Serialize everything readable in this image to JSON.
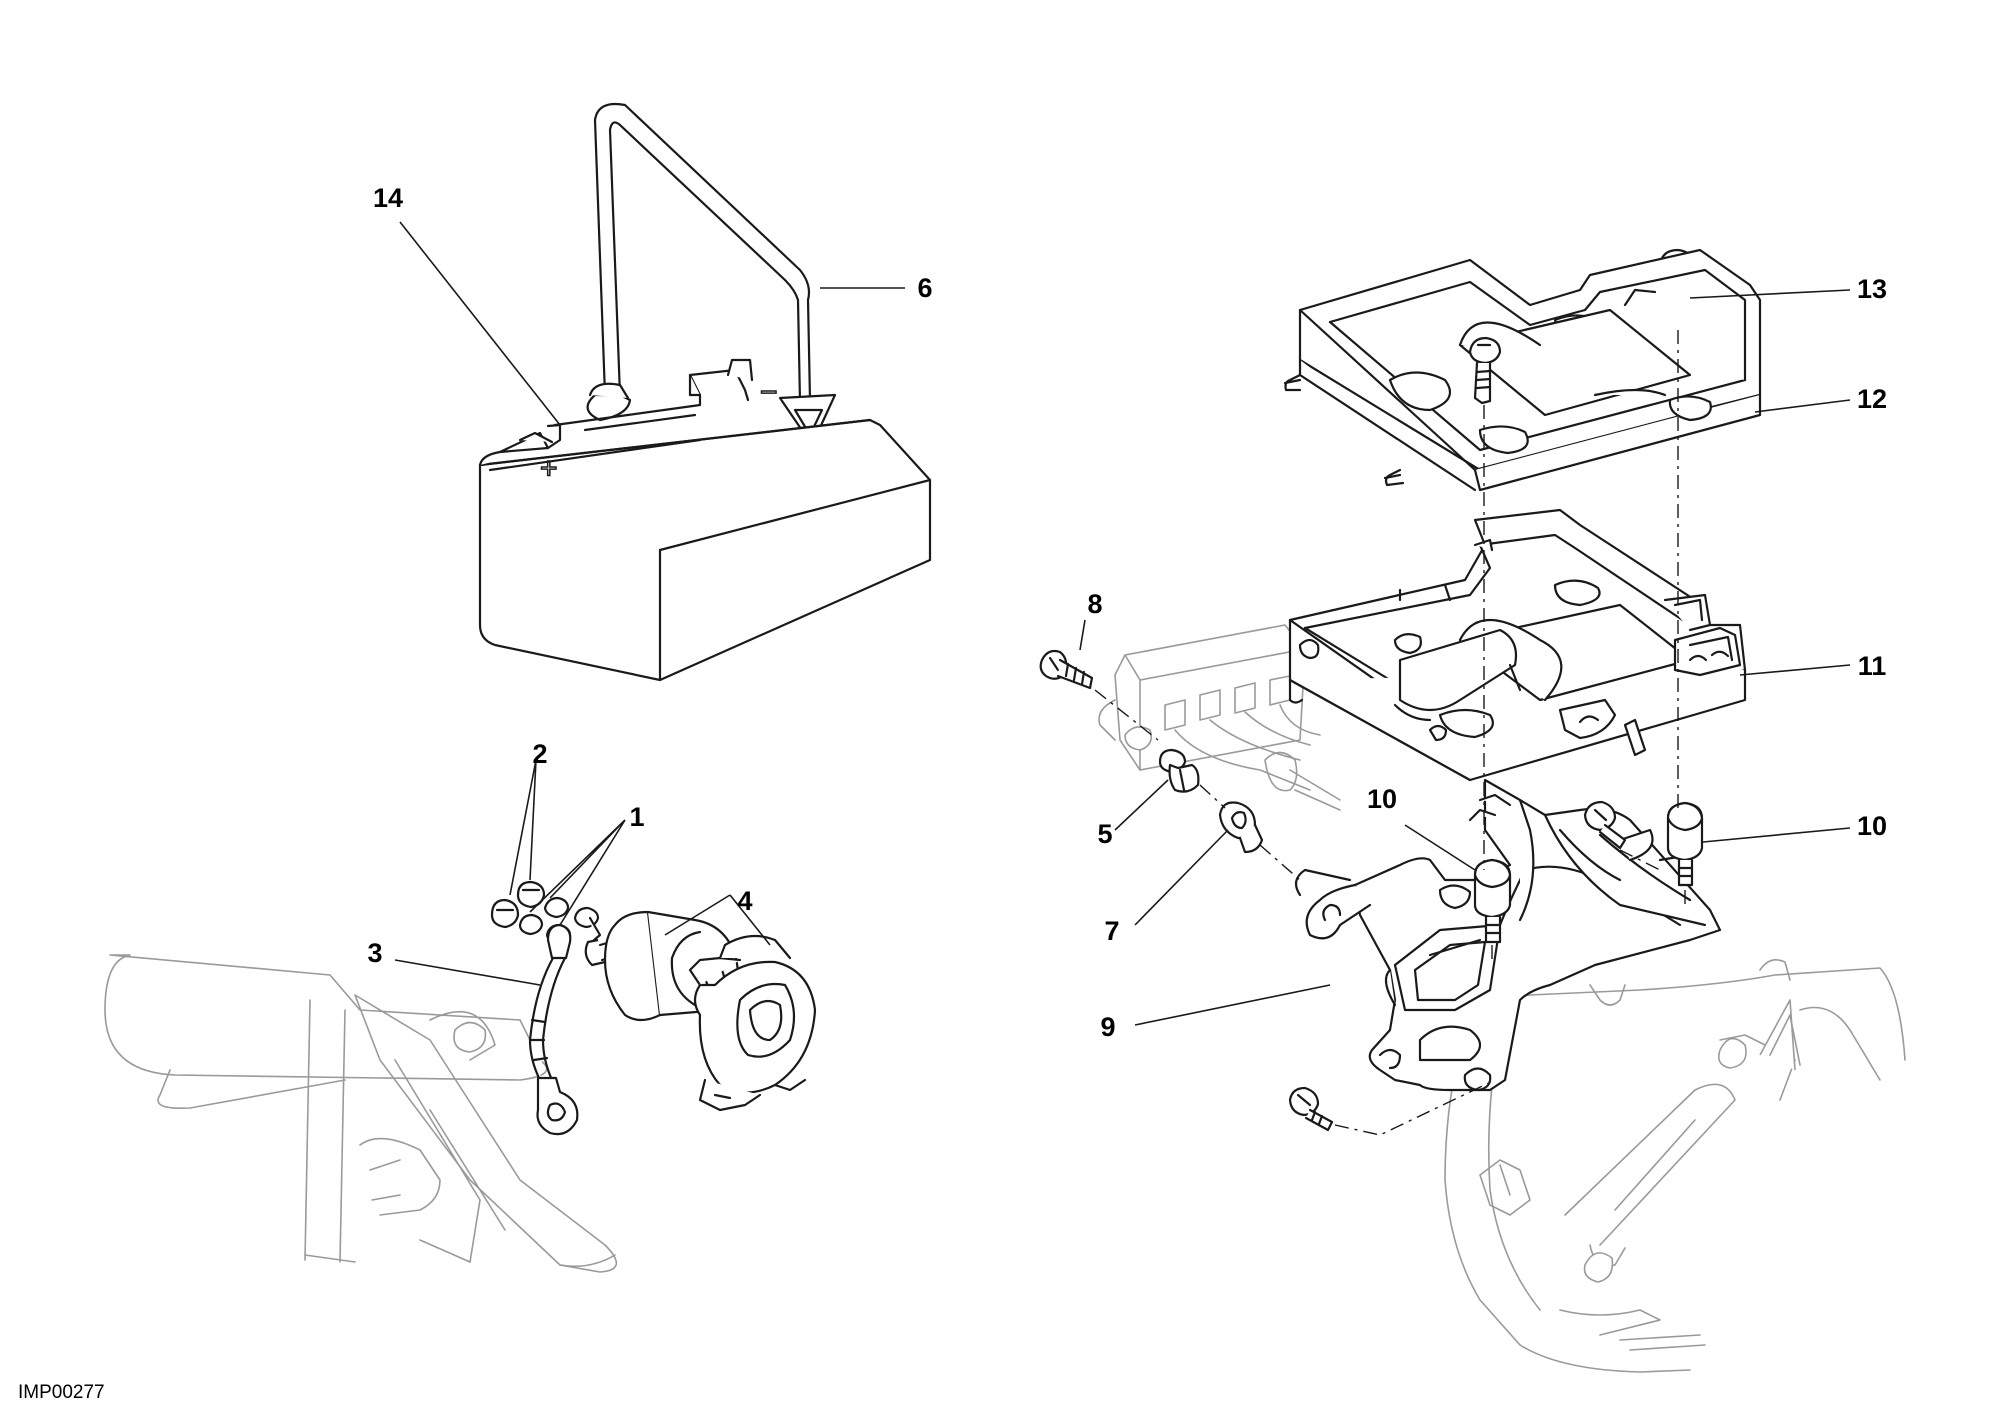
{
  "diagram": {
    "reference_code": "IMP00277",
    "terminal_positive": "+",
    "terminal_negative": "−",
    "callouts": [
      {
        "id": "c14",
        "label": "14"
      },
      {
        "id": "c6",
        "label": "6"
      },
      {
        "id": "c13",
        "label": "13"
      },
      {
        "id": "c12",
        "label": "12"
      },
      {
        "id": "c8",
        "label": "8"
      },
      {
        "id": "c11",
        "label": "11"
      },
      {
        "id": "c2",
        "label": "2"
      },
      {
        "id": "c1",
        "label": "1"
      },
      {
        "id": "c4",
        "label": "4"
      },
      {
        "id": "c3",
        "label": "3"
      },
      {
        "id": "c5",
        "label": "5"
      },
      {
        "id": "c10a",
        "label": "10"
      },
      {
        "id": "c10b",
        "label": "10"
      },
      {
        "id": "c7",
        "label": "7"
      },
      {
        "id": "c9",
        "label": "9"
      }
    ]
  }
}
